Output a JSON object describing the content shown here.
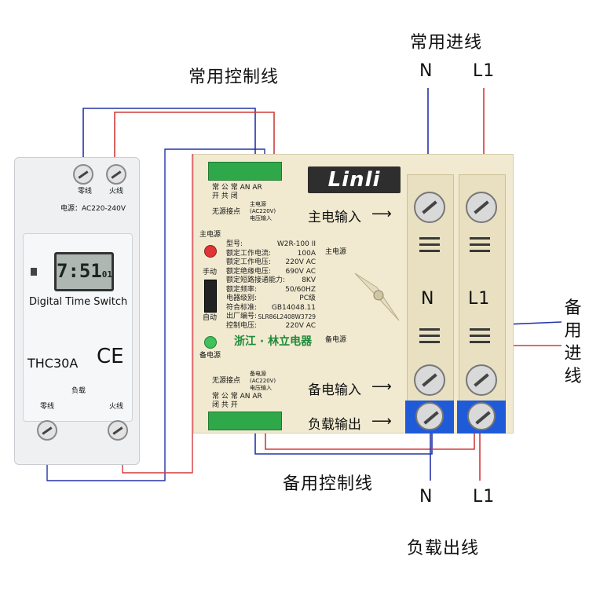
{
  "labels": {
    "main_control_line": "常用控制线",
    "main_input_line": "常用进线",
    "backup_input_line": "备用进线",
    "backup_control_line": "备用控制线",
    "load_output_line": "负载出线",
    "n_top": "N",
    "l1_top": "L1",
    "n_bottom": "N",
    "l1_bottom": "L1"
  },
  "timer": {
    "top_left_terminal": "零线",
    "top_right_terminal": "火线",
    "power": "电源：AC220-240V",
    "display": "7:51",
    "display_suffix": "01",
    "name": "Digital Time Switch",
    "model": "THC30A",
    "ce": "CE",
    "load": "负载",
    "bottom_left_terminal": "零线",
    "bottom_right_terminal": "火线"
  },
  "ats": {
    "brand": "Linli",
    "top_terminals": "常 公 常  AN  AR",
    "top_terminals_line2": "开 共 闭",
    "no_power_contact_top": "无源接点",
    "main_power_input_tag": "主电源\n(AC220V)\n电压输入",
    "main_power_label": "主电源",
    "main_power_right": "主电源",
    "manual": "手动",
    "auto": "自动",
    "backup_power_label": "备电源",
    "backup_power_right": "备电源",
    "manufacturer": "浙江 · 林立电器",
    "main_input": "主电输入",
    "backup_input": "备电输入",
    "load_output": "负载输出",
    "n_mid": "N",
    "l1_mid": "L1",
    "no_power_contact_bottom": "无源接点",
    "bottom_terminals": "常 公 常  AN  AR",
    "bottom_terminals_line2": "闭 共 开",
    "backup_power_input_tag": "备电源\n(AC220V)\n电压输入",
    "specs": [
      {
        "k": "型号:",
        "v": "W2R-100 II"
      },
      {
        "k": "额定工作电流:",
        "v": "100A"
      },
      {
        "k": "额定工作电压:",
        "v": "220V AC"
      },
      {
        "k": "额定绝缘电压:",
        "v": "690V AC"
      },
      {
        "k": "额定短路接通能力:",
        "v": "8KV"
      },
      {
        "k": "额定频率:",
        "v": "50/60HZ"
      },
      {
        "k": "电器级别:",
        "v": "PC级"
      },
      {
        "k": "符合标准:",
        "v": "GB14048.11"
      },
      {
        "k": "出厂编号:",
        "v": "SLR86L2408W3729"
      },
      {
        "k": "控制电压:",
        "v": "220V AC"
      }
    ]
  },
  "colors": {
    "wire_blue": "#2433a8",
    "wire_red": "#d23b3b",
    "terminal_green": "#2fa84a",
    "terminal_blue": "#1f5bd8"
  }
}
